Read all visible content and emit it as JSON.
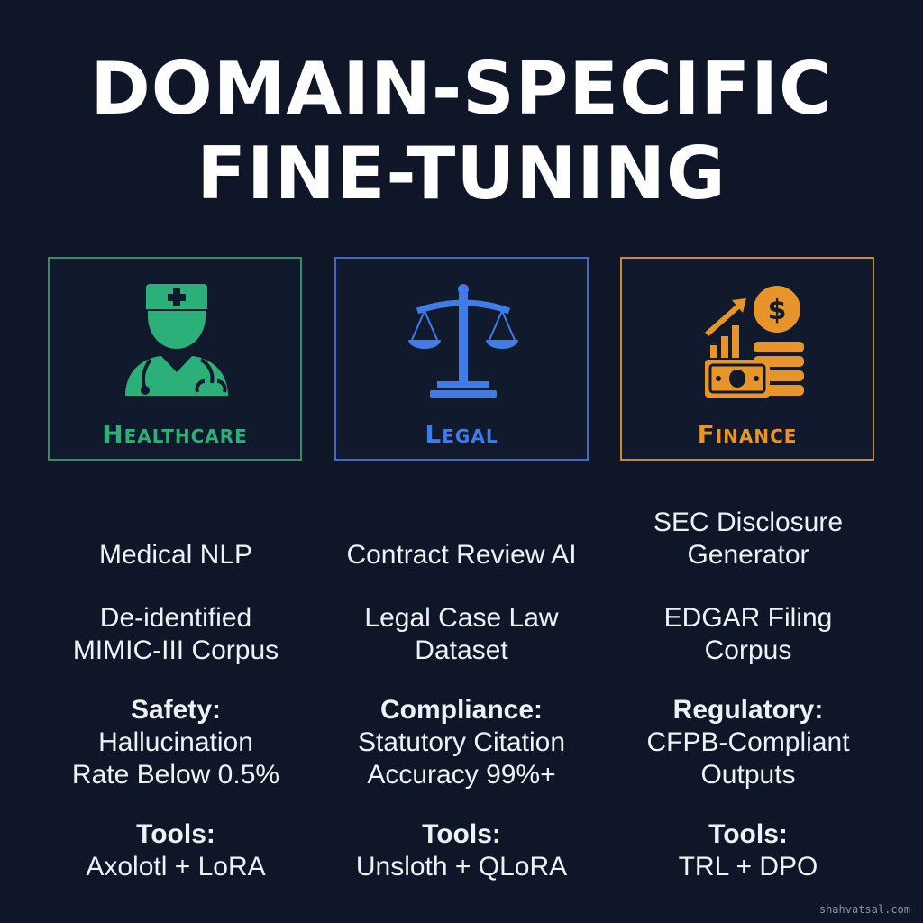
{
  "title": {
    "line1": "DOMAIN-SPECIFIC",
    "line2": "FINE-TUNING"
  },
  "colors": {
    "background": "#0f1627",
    "healthcare": "#2bb07a",
    "legal": "#3f7ce6",
    "finance": "#e7952a",
    "text": "#eef1f6"
  },
  "domains": [
    {
      "label": "Healthcare",
      "icon": "doctor-icon",
      "application": [
        "Medical NLP"
      ],
      "dataset": [
        "De-identified",
        "MIMIC-III Corpus"
      ],
      "metric_heading": "Safety:",
      "metric": [
        "Hallucination",
        "Rate Below 0.5%"
      ],
      "tools_heading": "Tools:",
      "tools": "Axolotl + LoRA"
    },
    {
      "label": "Legal",
      "icon": "scales-of-justice-icon",
      "application": [
        "Contract Review AI"
      ],
      "dataset": [
        "Legal Case Law",
        "Dataset"
      ],
      "metric_heading": "Compliance:",
      "metric": [
        "Statutory Citation",
        "Accuracy 99%+"
      ],
      "tools_heading": "Tools:",
      "tools": "Unsloth + QLoRA"
    },
    {
      "label": "Finance",
      "icon": "finance-money-icon",
      "application": [
        "SEC Disclosure",
        "Generator"
      ],
      "dataset": [
        "EDGAR Filing",
        "Corpus"
      ],
      "metric_heading": "Regulatory:",
      "metric": [
        "CFPB-Compliant",
        "Outputs"
      ],
      "tools_heading": "Tools:",
      "tools": "TRL + DPO"
    }
  ],
  "watermark": "shahvatsal.com"
}
